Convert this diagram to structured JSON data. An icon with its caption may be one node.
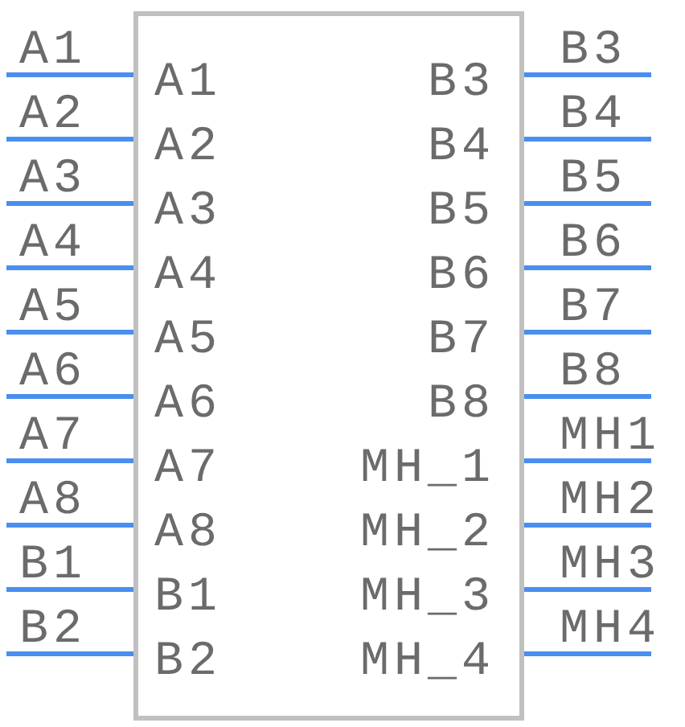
{
  "diagram": {
    "nodes": [
      {
        "text": [],
        "shape": "box"
      }
    ],
    "labels": [
      "A1",
      "A1",
      "B3",
      "B3",
      "A2",
      "A2",
      "B4",
      "B4",
      "A3",
      "A3",
      "B5",
      "B5",
      "A4",
      "A4",
      "B6",
      "B6",
      "A5",
      "A5",
      "B7",
      "B7",
      "A6",
      "A6",
      "B8",
      "B8",
      "A7",
      "A7",
      "MH_1",
      "MH1",
      "A8",
      "A8",
      "MH_2",
      "MH2",
      "B1",
      "B1",
      "MH_3",
      "MH3",
      "B2",
      "B2",
      "MH_4",
      "MH4"
    ]
  }
}
